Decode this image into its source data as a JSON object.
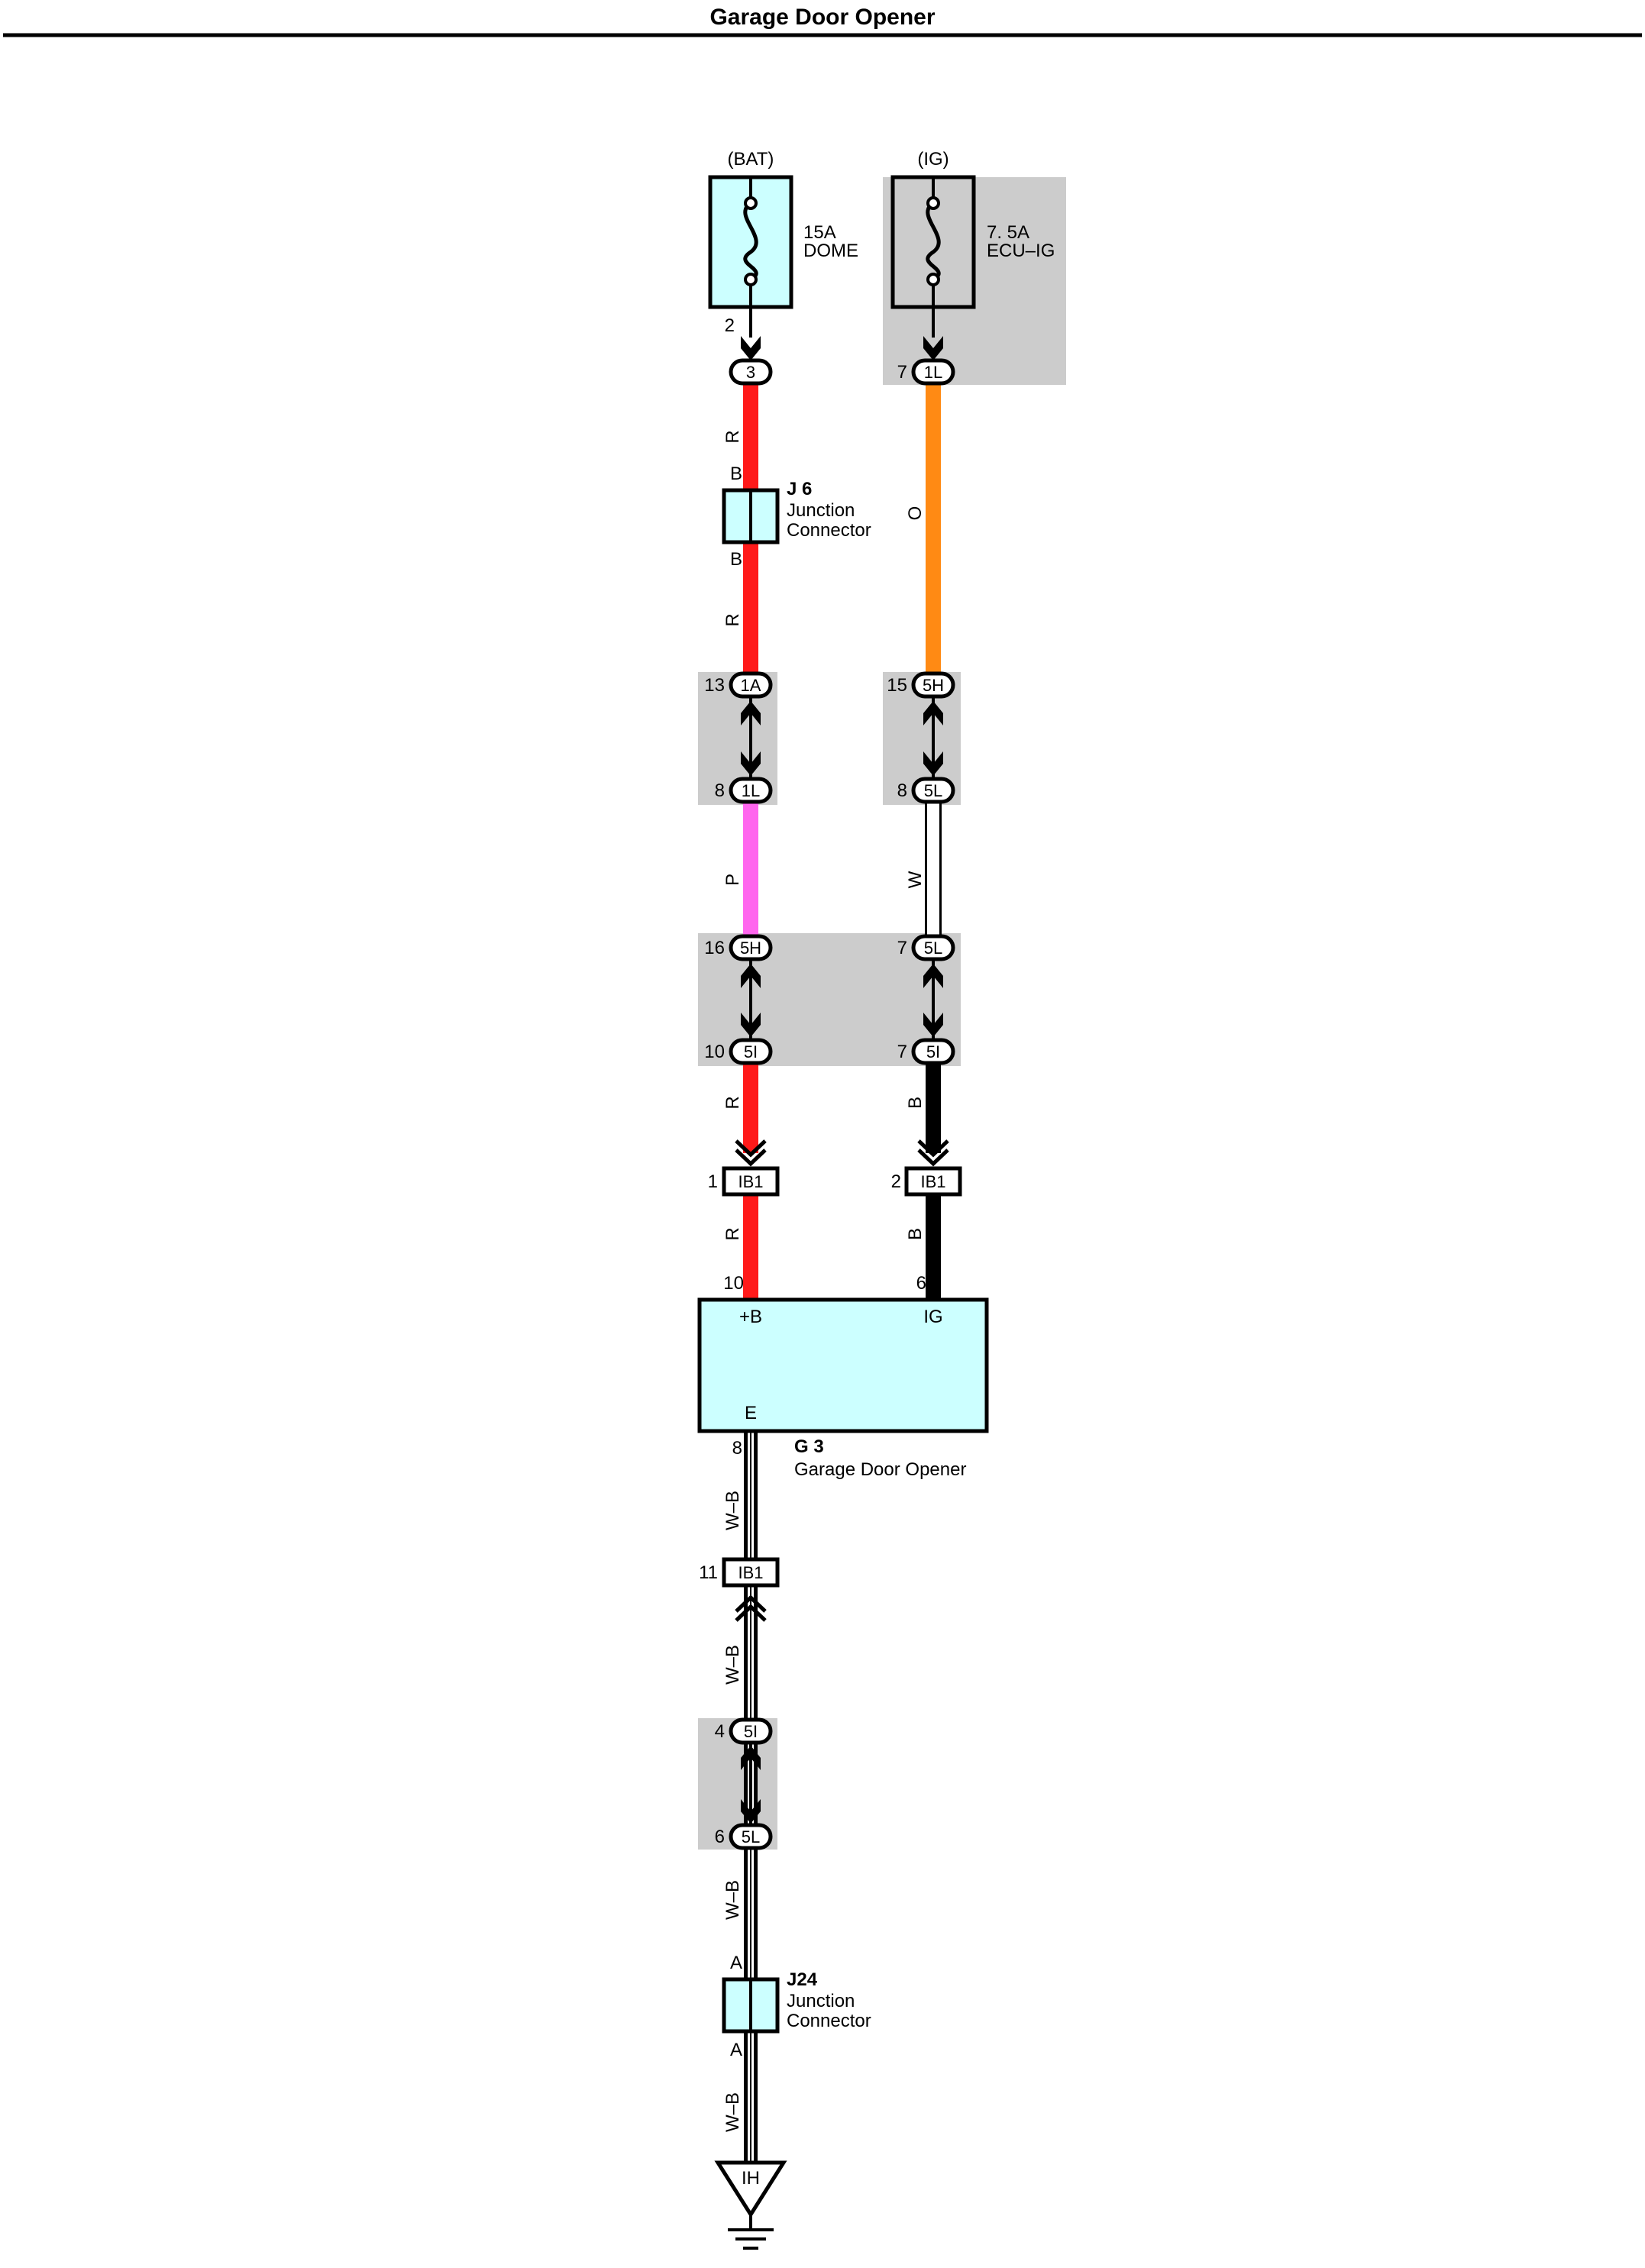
{
  "title": "Garage Door Opener",
  "colors": {
    "red": "#ff1a1a",
    "orange": "#ff8a14",
    "pink": "#ff66ee",
    "black": "#000000",
    "component_fill": "#ccffff",
    "grey_block": "#cccccc"
  },
  "fuses": {
    "bat": {
      "source": "(BAT)",
      "rating": "15A",
      "name": "DOME"
    },
    "ig": {
      "source": "(IG)",
      "rating": "7. 5A",
      "name": "ECU–IG"
    }
  },
  "junctions": {
    "j6": {
      "code": "J 6",
      "line1": "Junction",
      "line2": "Connector",
      "pin_top": "B",
      "pin_bottom": "B"
    },
    "j24": {
      "code": "J24",
      "line1": "Junction",
      "line2": "Connector",
      "pin_top": "A",
      "pin_bottom": "A"
    }
  },
  "component": {
    "code": "G 3",
    "name": "Garage Door Opener",
    "terminal_bat": "+B",
    "terminal_ig": "IG",
    "terminal_ground": "E",
    "pin_bat": "10",
    "pin_ig": "6",
    "pin_ground": "8"
  },
  "ground": {
    "label": "IH"
  },
  "left_branch": {
    "fuse_pin": "2",
    "c1": {
      "code": "3"
    },
    "wire1": "R",
    "wire2": "R",
    "c2": {
      "pin": "13",
      "code": "1A"
    },
    "c3": {
      "pin": "8",
      "code": "1L"
    },
    "wire3": "P",
    "c4": {
      "pin": "16",
      "code": "5H"
    },
    "c5": {
      "pin": "10",
      "code": "5I"
    },
    "wire4": "R",
    "c6": {
      "pin": "1",
      "code": "IB1"
    },
    "wire5": "R"
  },
  "right_branch": {
    "c1": {
      "pin": "7",
      "code": "1L"
    },
    "wire1": "O",
    "c2": {
      "pin": "15",
      "code": "5H"
    },
    "c3": {
      "pin": "8",
      "code": "5L"
    },
    "wire2": "W",
    "c4": {
      "pin": "7",
      "code": "5L"
    },
    "c5": {
      "pin": "7",
      "code": "5I"
    },
    "wire3": "B",
    "c6": {
      "pin": "2",
      "code": "IB1"
    },
    "wire4": "B"
  },
  "ground_branch": {
    "wire1": "W–B",
    "c1": {
      "pin": "11",
      "code": "IB1"
    },
    "wire2": "W–B",
    "c2": {
      "pin": "4",
      "code": "5I"
    },
    "c3": {
      "pin": "6",
      "code": "5L"
    },
    "wire3": "W–B",
    "wire4": "W–B"
  }
}
